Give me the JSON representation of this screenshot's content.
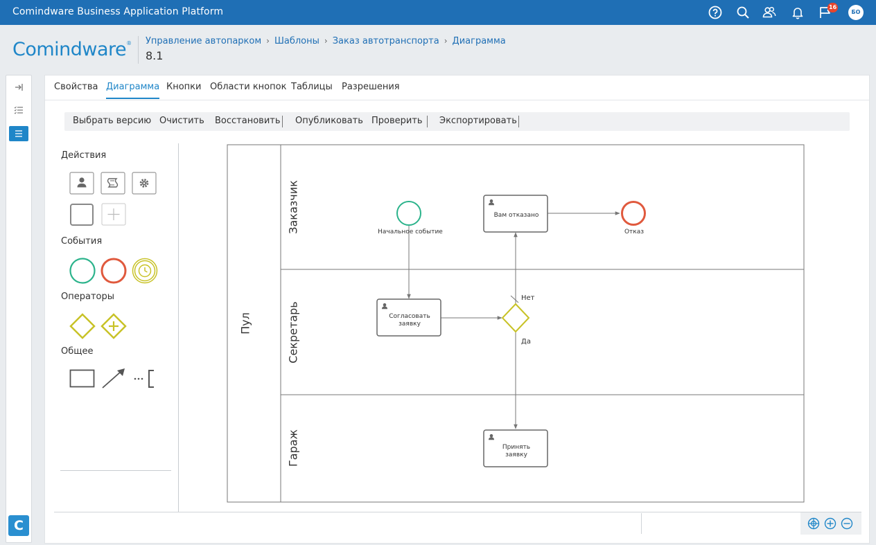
{
  "app": {
    "title": "Comindware Business Application Platform"
  },
  "topbar": {
    "icons": [
      "help-icon",
      "search-icon",
      "users-icon",
      "bell-icon",
      "flag-icon"
    ],
    "notification_count": "16",
    "avatar_initials": "БО"
  },
  "header": {
    "logo_text": "Comindware",
    "logo_mark": "®",
    "breadcrumb": [
      "Управление автопарком",
      "Шаблоны",
      "Заказ автотранспорта",
      "Диаграмма"
    ],
    "version": "8.1"
  },
  "rail": {
    "icons": [
      "collapse-icon",
      "checklist-icon",
      "list-icon"
    ],
    "app_logo": "C"
  },
  "tabs": [
    "Свойства",
    "Диаграмма",
    "Кнопки",
    "Области кнопок",
    "Таблицы",
    "Разрешения"
  ],
  "active_tab": "Диаграмма",
  "toolbar": {
    "buttons": [
      "Выбрать версию",
      "Очистить",
      "Восстановить",
      "Опубликовать",
      "Проверить",
      "Экспортировать"
    ]
  },
  "palette": {
    "sections": {
      "actions": "Действия",
      "events": "События",
      "operators": "Операторы",
      "general": "Общее"
    },
    "actions_icons": [
      "user-task-icon",
      "script-task-icon",
      "service-task-icon",
      "task-icon",
      "subprocess-icon"
    ],
    "events_icons": [
      "start-event-icon",
      "end-event-icon",
      "timer-event-icon"
    ],
    "operators_icons": [
      "exclusive-gateway-icon",
      "parallel-gateway-icon"
    ],
    "general_icons": [
      "lane-icon",
      "flow-arrow-icon",
      "annotation-icon"
    ]
  },
  "diagram": {
    "pool": "Пул",
    "lanes": [
      "Заказчик",
      "Секретарь",
      "Гараж"
    ],
    "start_event": "Начальное событие",
    "end_event": "Отказ",
    "tasks": {
      "rejected": "Вам отказано",
      "approve": [
        "Согласовать",
        "заявку"
      ],
      "accept": [
        "Принять",
        "заявку"
      ]
    },
    "gateway_labels": {
      "no": "Нет",
      "yes": "Да"
    },
    "colors": {
      "start": "#2bb38b",
      "end": "#e0593d",
      "gateway": "#c8c227",
      "timer": "#c8c227",
      "stroke": "#666666"
    }
  },
  "zoom": {
    "icons": [
      "fit-icon",
      "zoom-in-icon",
      "zoom-out-icon"
    ]
  }
}
